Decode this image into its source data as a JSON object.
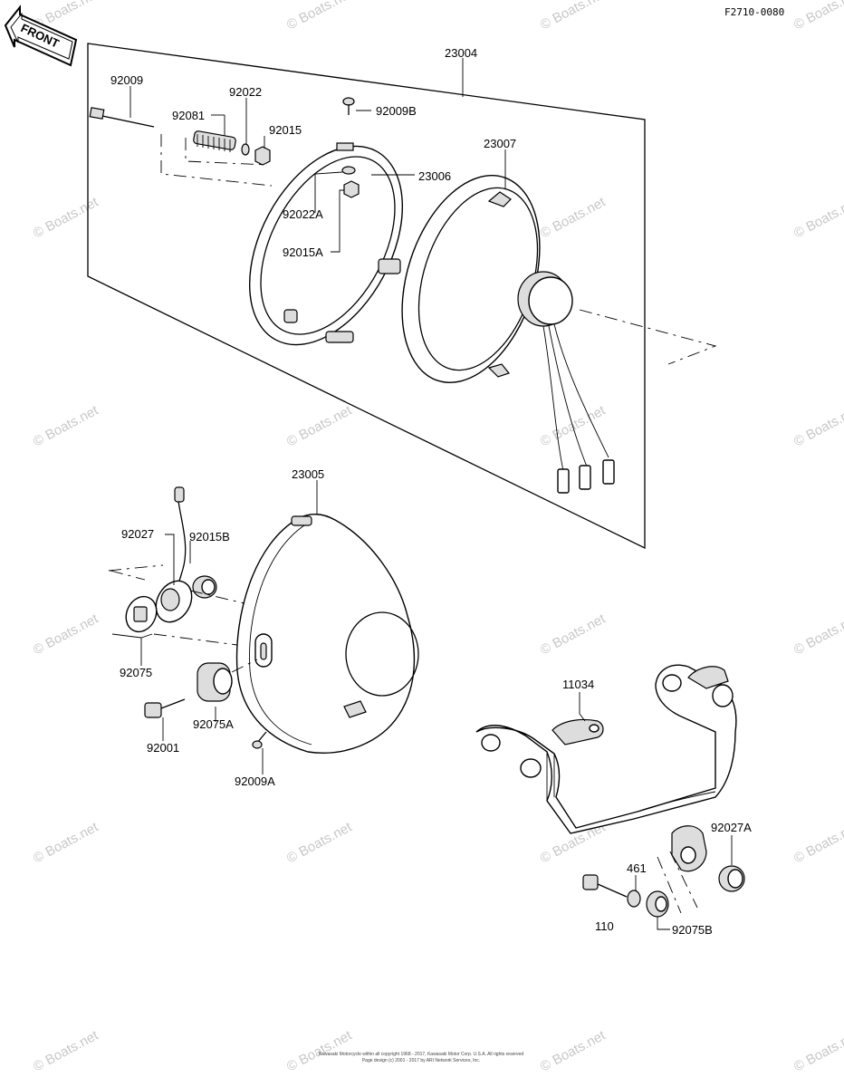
{
  "diagram_code": "F2710-0080",
  "front_label": "FRONT",
  "watermark": "© Boats.net",
  "labels": {
    "p23004": "23004",
    "p92009": "92009",
    "p92022": "92022",
    "p92081": "92081",
    "p92015": "92015",
    "p92009B": "92009B",
    "p23007": "23007",
    "p23006": "23006",
    "p92022A": "92022A",
    "p92015A": "92015A",
    "p23005": "23005",
    "p92027": "92027",
    "p92015B": "92015B",
    "p92075": "92075",
    "p92075A": "92075A",
    "p92001": "92001",
    "p92009A": "92009A",
    "p11034": "11034",
    "p92027A": "92027A",
    "p461": "461",
    "p110": "110",
    "p92075B": "92075B"
  },
  "footer": {
    "line1": "Kawasaki Motorcycle within all copyright 1968 - 2017, Kawasaki Motor Corp. U.S.A.  All rights reserved",
    "line2": "Page design (c) 2001 - 2017 by ARI Network Services, Inc."
  }
}
